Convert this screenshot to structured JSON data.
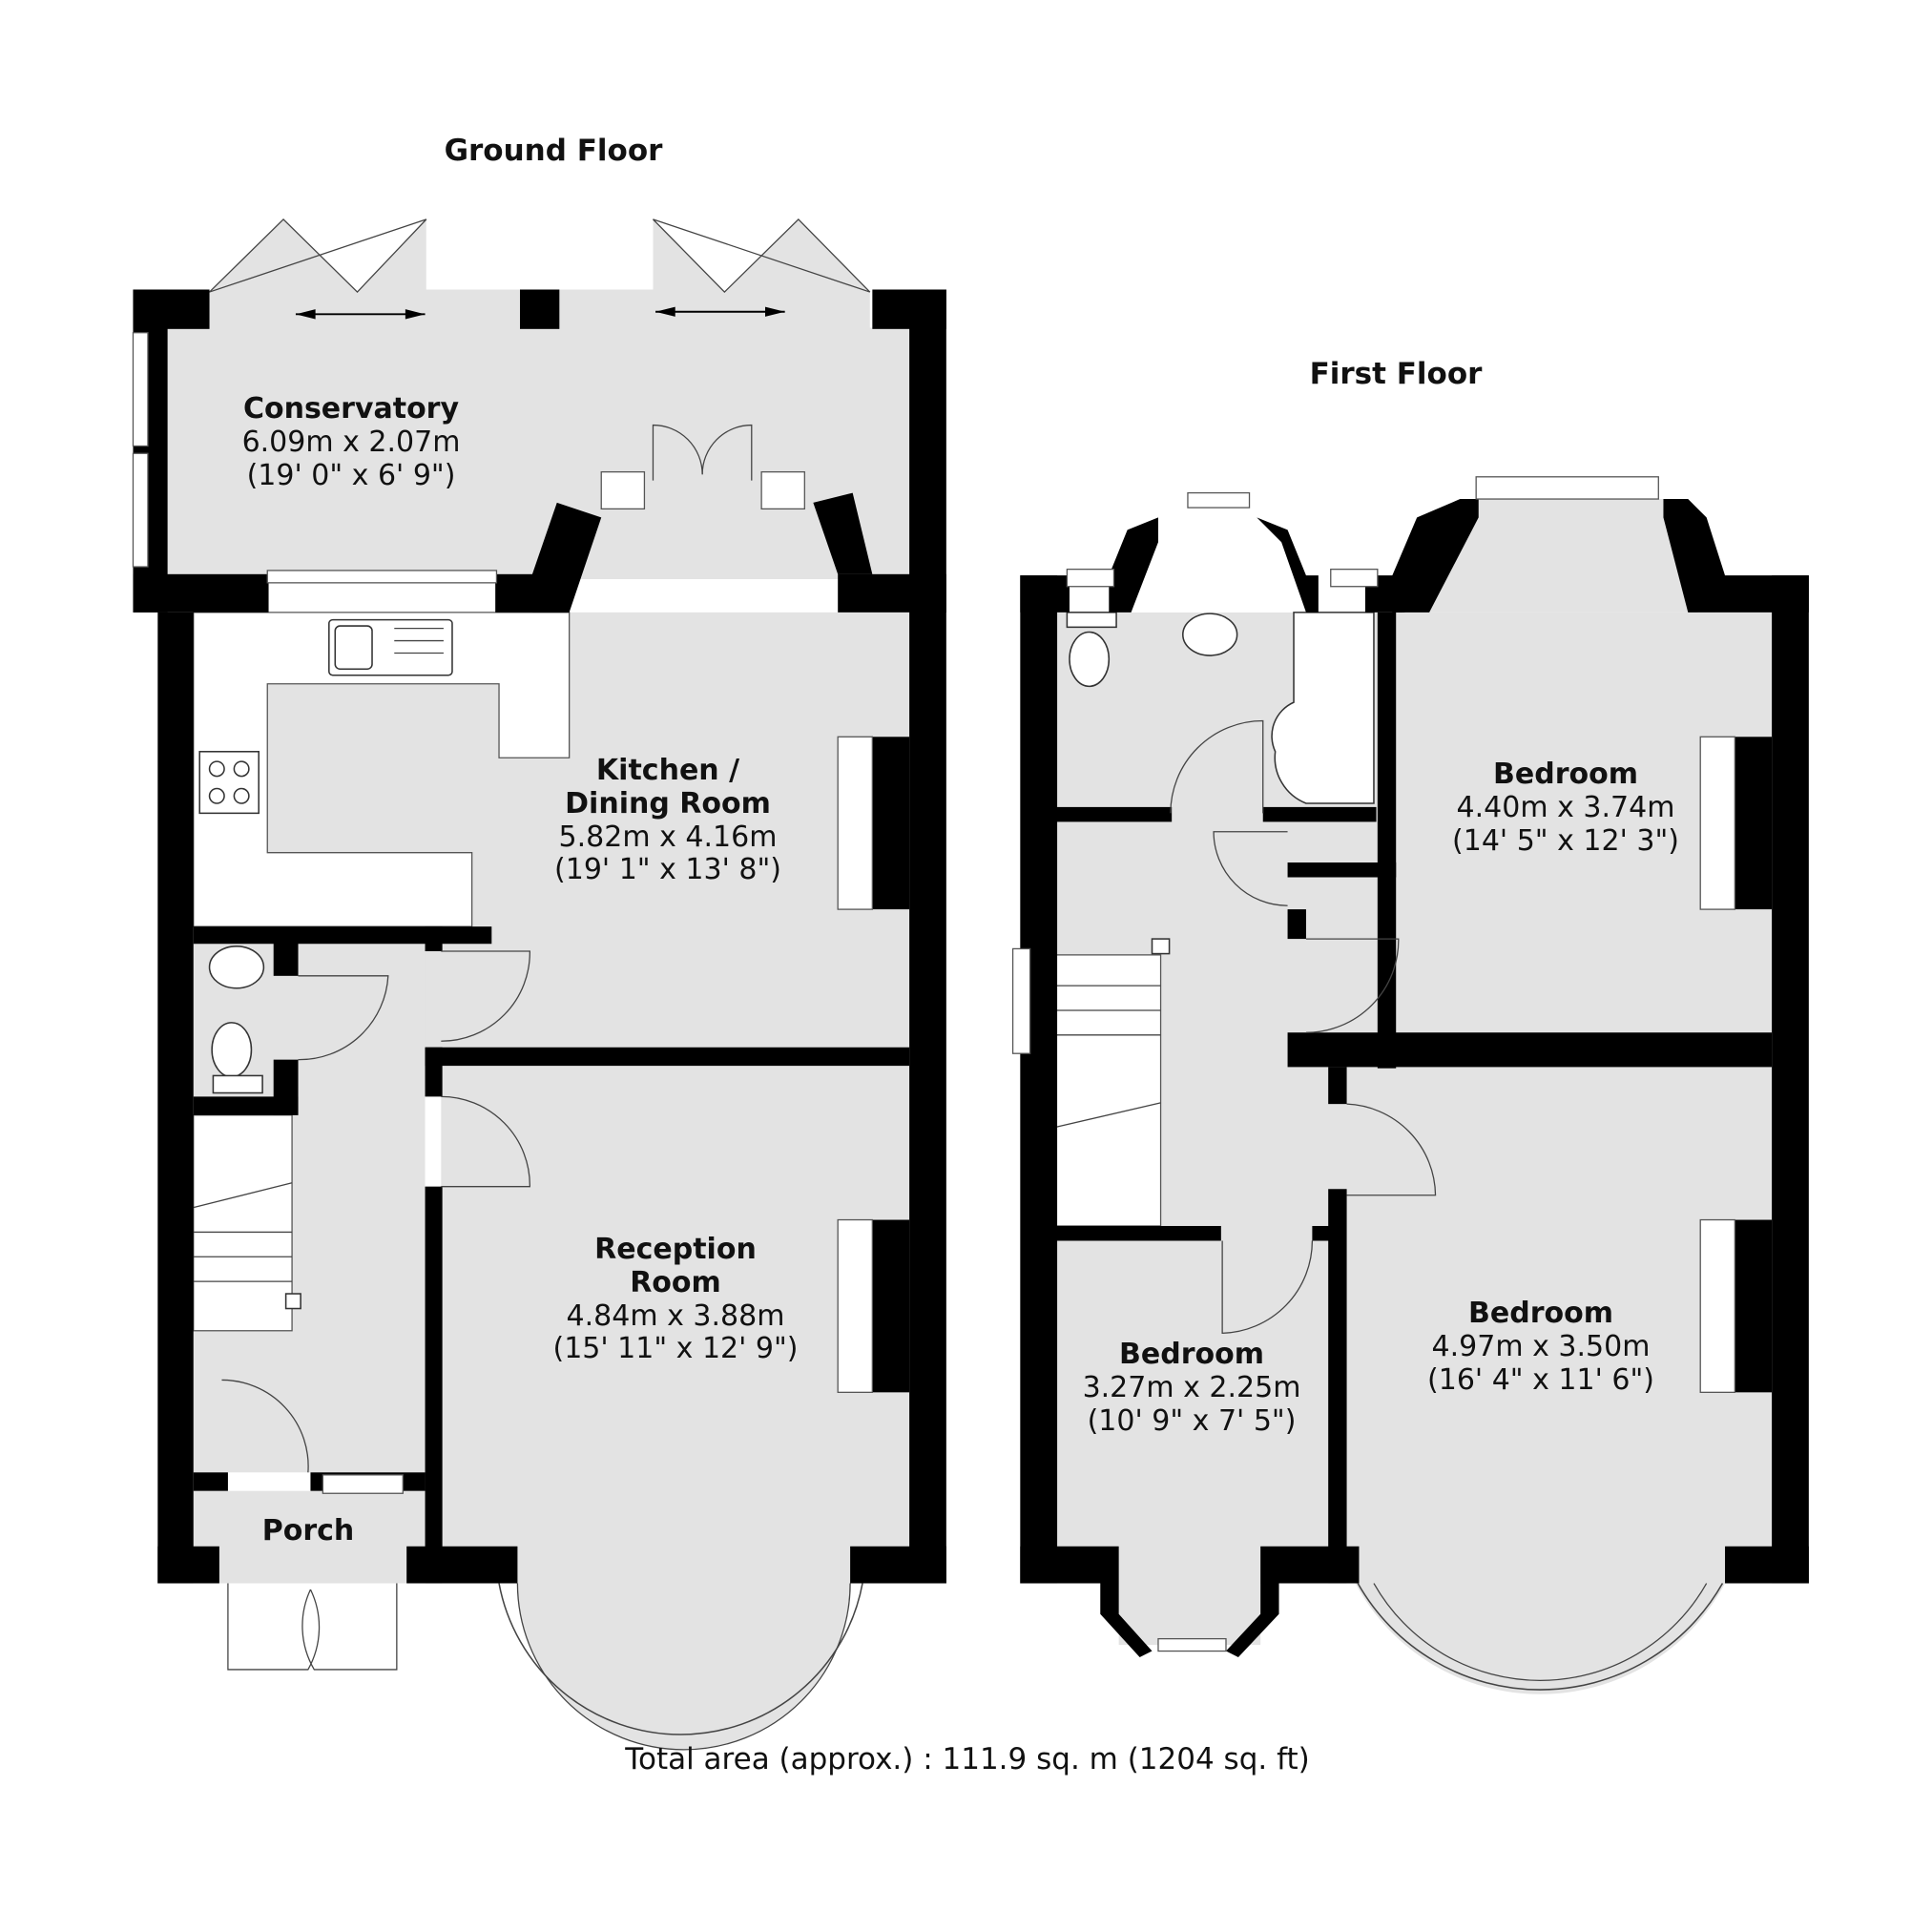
{
  "floors": [
    {
      "title": "Ground Floor",
      "rooms": [
        {
          "name": "Conservatory",
          "metric": "6.09m x 2.07m",
          "imperial": "(19' 0\" x 6' 9\")"
        },
        {
          "name": "Kitchen /",
          "name2": "Dining Room",
          "metric": "5.82m x 4.16m",
          "imperial": "(19' 1\" x 13' 8\")"
        },
        {
          "name": "Reception",
          "name2": "Room",
          "metric": "4.84m x 3.88m",
          "imperial": "(15' 11\" x 12' 9\")"
        },
        {
          "name": "Porch"
        }
      ]
    },
    {
      "title": "First Floor",
      "rooms": [
        {
          "name": "Bedroom",
          "metric": "4.40m x 3.74m",
          "imperial": "(14' 5\" x 12' 3\")"
        },
        {
          "name": "Bedroom",
          "metric": "3.27m x 2.25m",
          "imperial": "(10' 9\" x 7' 5\")"
        },
        {
          "name": "Bedroom",
          "metric": "4.97m x 3.50m",
          "imperial": "(16' 4\" x 11' 6\")"
        }
      ]
    }
  ],
  "total_area": "Total area (approx.) : 111.9 sq. m (1204 sq. ft)",
  "colors": {
    "floor": "#e3e3e3",
    "wall": "#000000",
    "background": "#ffffff"
  }
}
